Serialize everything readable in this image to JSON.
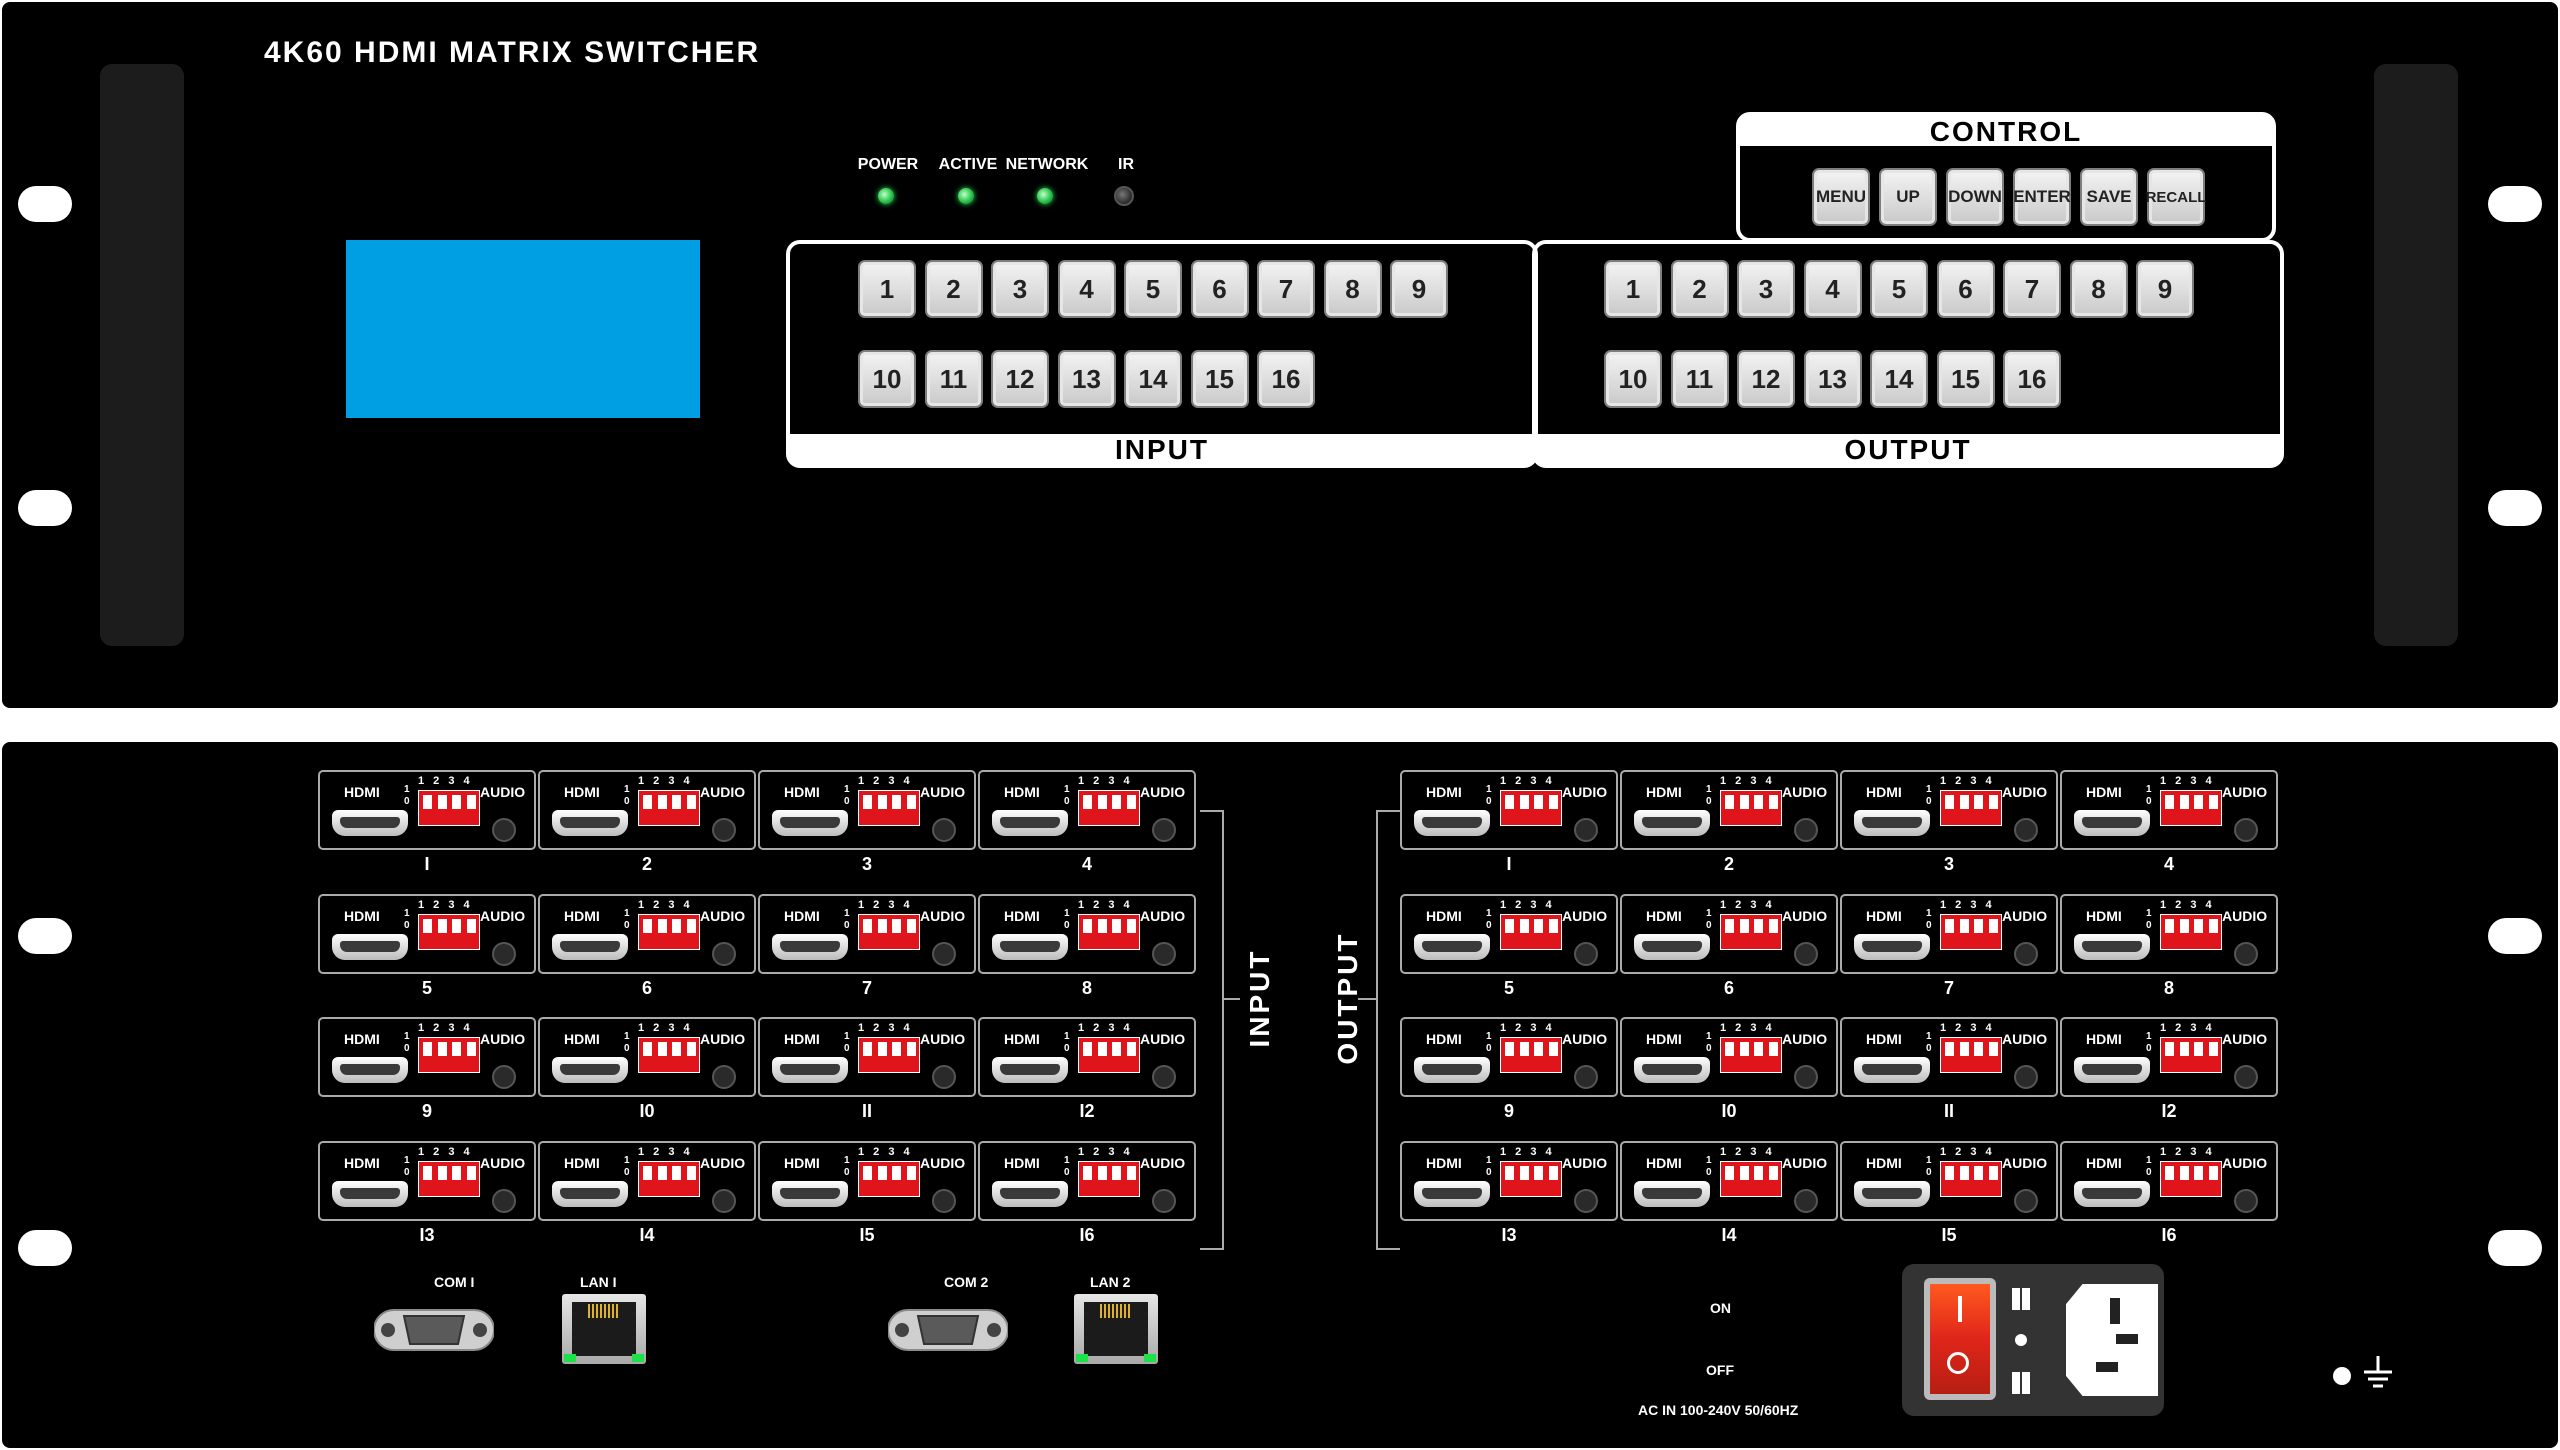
{
  "front_panel": {
    "title": "4K60 HDMI MATRIX SWITCHER",
    "indicators": [
      {
        "label": "POWER",
        "state": "on"
      },
      {
        "label": "ACTIVE",
        "state": "on"
      },
      {
        "label": "NETWORK",
        "state": "on"
      },
      {
        "label": "IR",
        "state": "off"
      }
    ],
    "indicator_color_on": "#28c24a",
    "lcd_color": "#009fe3",
    "control": {
      "title": "CONTROL",
      "buttons": [
        "MENU",
        "UP",
        "DOWN",
        "ENTER",
        "SAVE",
        "RECALL"
      ]
    },
    "input_group": {
      "title": "INPUT",
      "row1": [
        "1",
        "2",
        "3",
        "4",
        "5",
        "6",
        "7",
        "8",
        "9"
      ],
      "row2": [
        "10",
        "11",
        "12",
        "13",
        "14",
        "15",
        "16"
      ]
    },
    "output_group": {
      "title": "OUTPUT",
      "row1": [
        "1",
        "2",
        "3",
        "4",
        "5",
        "6",
        "7",
        "8",
        "9"
      ],
      "row2": [
        "10",
        "11",
        "12",
        "13",
        "14",
        "15",
        "16"
      ]
    }
  },
  "rear_panel": {
    "port_text": {
      "hdmi": "HDMI",
      "audio": "AUDIO",
      "dip_numbers": "1 2 3 4",
      "dip_one": "1",
      "dip_zero": "0"
    },
    "dip_color": "#e0141b",
    "input_label": "INPUT",
    "output_label": "OUTPUT",
    "input_ports": [
      "I",
      "2",
      "3",
      "4",
      "5",
      "6",
      "7",
      "8",
      "9",
      "I0",
      "II",
      "I2",
      "I3",
      "I4",
      "I5",
      "I6"
    ],
    "output_ports": [
      "I",
      "2",
      "3",
      "4",
      "5",
      "6",
      "7",
      "8",
      "9",
      "I0",
      "II",
      "I2",
      "I3",
      "I4",
      "I5",
      "I6"
    ],
    "com1": "COM I",
    "lan1": "LAN I",
    "com2": "COM 2",
    "lan2": "LAN 2",
    "switch_on": "ON",
    "switch_off": "OFF",
    "ac_in": "AC IN  100-240V 50/60HZ",
    "rocker_on_glyph": "I",
    "rocker_off_glyph": "O"
  }
}
